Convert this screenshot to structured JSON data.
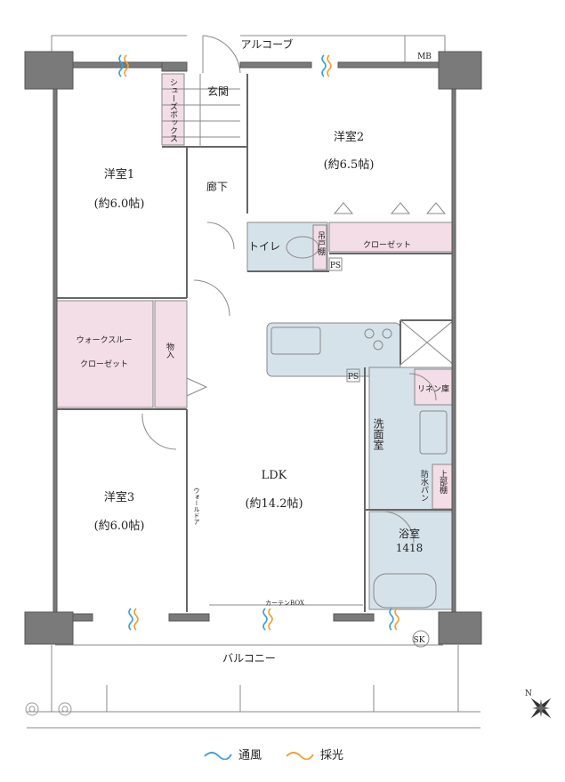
{
  "colors": {
    "wall": "#7a7a7a",
    "wet_area": "#d6e2ea",
    "storage": "#f3dde6",
    "ventilation": "#3aa0d8",
    "daylight": "#f0a030"
  },
  "rooms": {
    "alcove": "アルコーブ",
    "mb": "MB",
    "entrance": "玄関",
    "shoe_box": "シューズボックス",
    "bedroom1_name": "洋室1",
    "bedroom1_size": "(約6.0帖)",
    "bedroom2_name": "洋室2",
    "bedroom2_size": "(約6.5帖)",
    "bedroom3_name": "洋室3",
    "bedroom3_size": "(約6.0帖)",
    "hallway": "廊下",
    "toilet": "トイレ",
    "hanging_shelf": "吊戸棚",
    "ps_1": "PS",
    "ps_2": "PS",
    "closet": "クローゼット",
    "walk_through_line1": "ウォークスルー",
    "walk_through_line2": "クローゼット",
    "storage": "物入",
    "linen_shelf": "リネン庫",
    "washroom": "洗面室",
    "waterproof_pan": "防水パン",
    "upper_shelf": "上部棚",
    "bathroom_name": "浴室",
    "bathroom_size": "1418",
    "ldk_name": "LDK",
    "ldk_size": "(約14.2帖)",
    "wall_door": "ウォールドア",
    "curtain_box": "カーテンBOX",
    "sk": "SK",
    "balcony": "バルコニー",
    "north": "N"
  },
  "legend": {
    "ventilation": "通風",
    "daylight": "採光"
  }
}
